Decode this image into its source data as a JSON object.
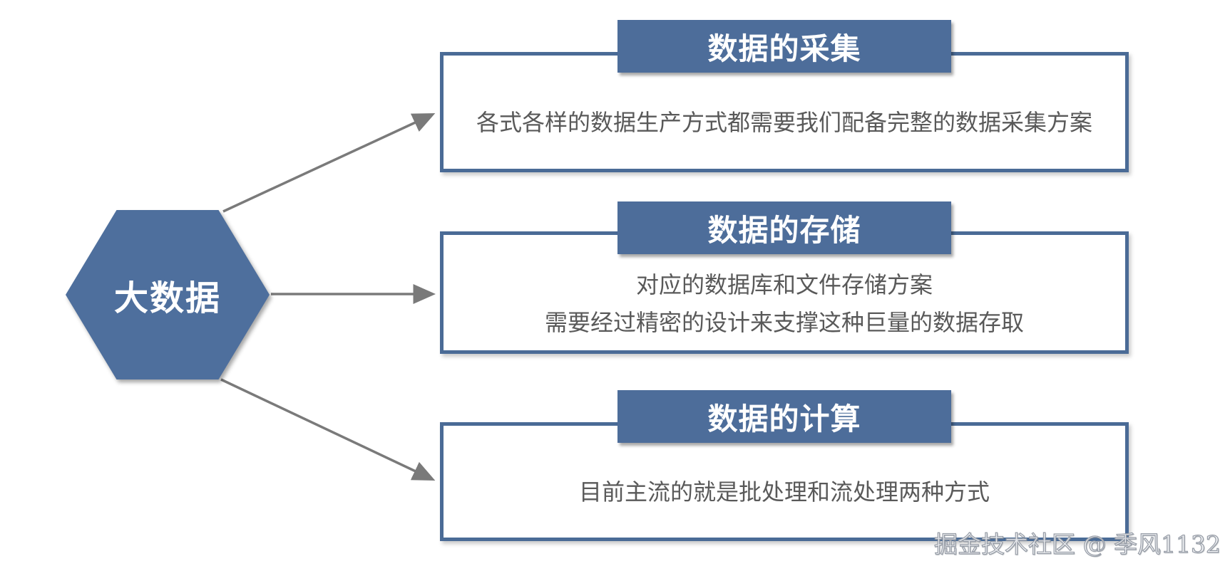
{
  "diagram": {
    "root": {
      "label": "大数据"
    },
    "nodes": [
      {
        "title": "数据的采集",
        "lines": [
          "各式各样的数据生产方式都需要我们配备完整的数据采集方案"
        ]
      },
      {
        "title": "数据的存储",
        "lines": [
          "对应的数据库和文件存储方案",
          "需要经过精密的设计来支撑这种巨量的数据存取"
        ]
      },
      {
        "title": "数据的计算",
        "lines": [
          "目前主流的就是批处理和流处理两种方式"
        ]
      }
    ],
    "watermark": "掘金技术社区 @ 季风1132",
    "colors": {
      "node_fill": "#4e6f9d",
      "title_fill": "#4d6d9a",
      "box_border": "#4a6b96",
      "body_text": "#595959",
      "arrow_color": "#7a7a7a",
      "title_text": "#ffffff",
      "canvas_bg": "#ffffff"
    }
  }
}
